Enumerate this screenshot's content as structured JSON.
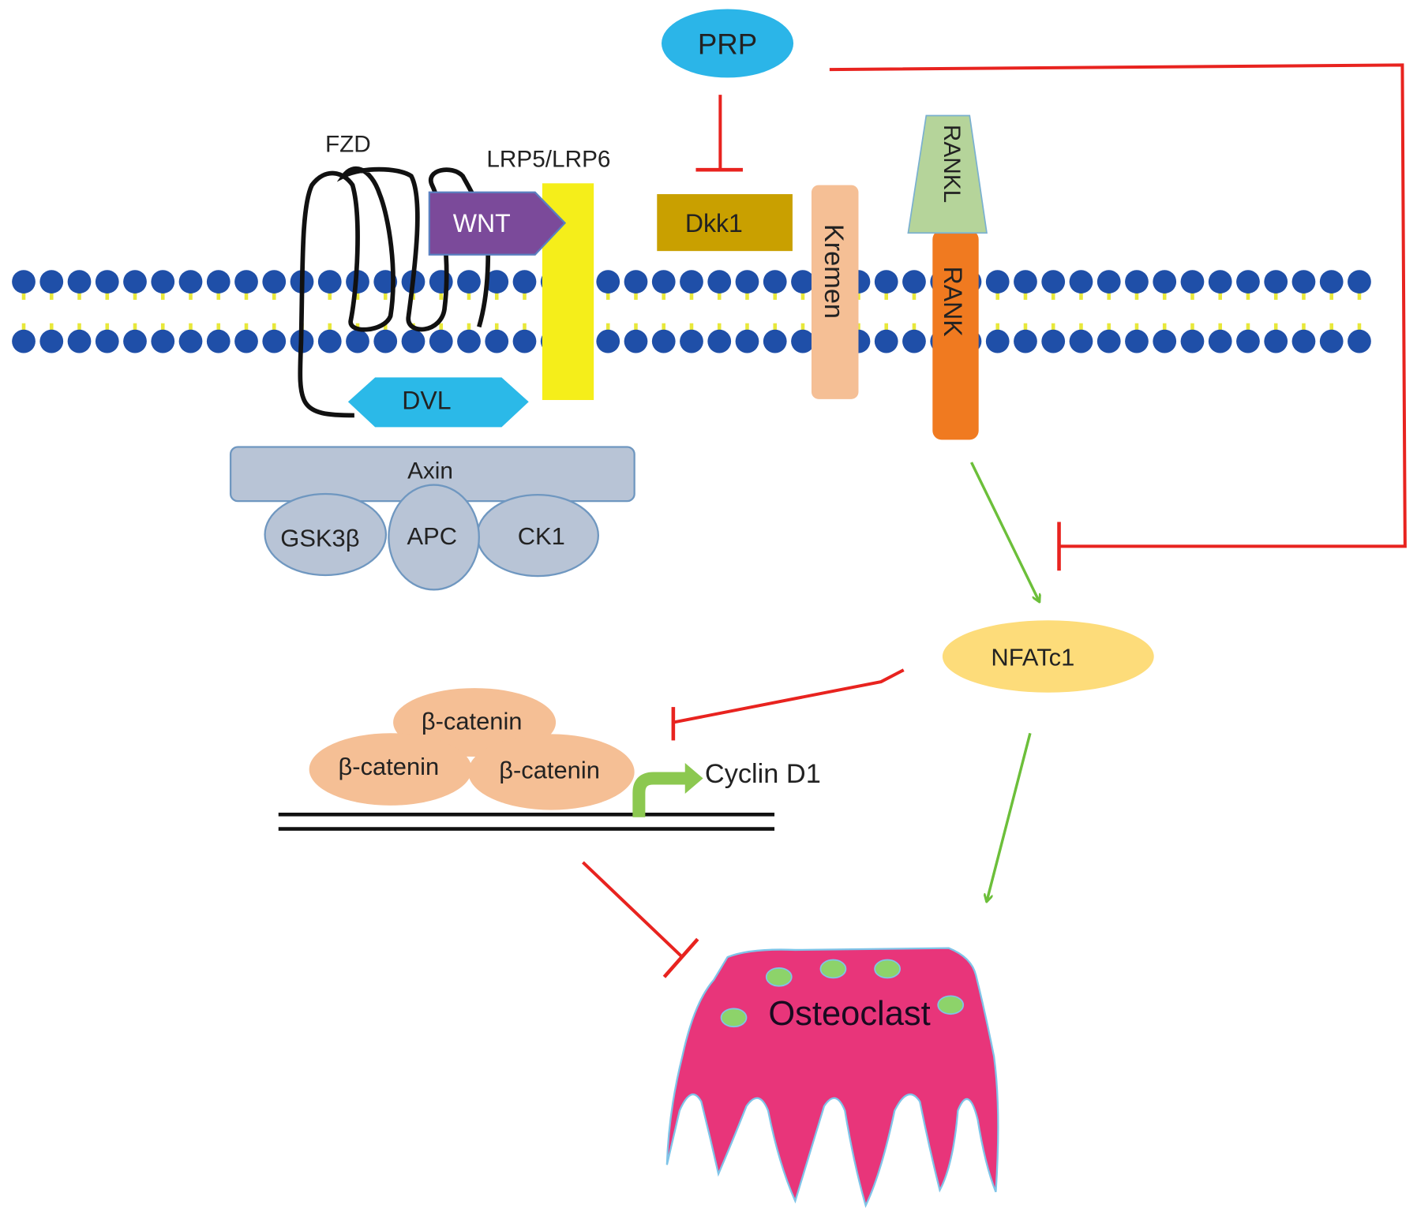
{
  "labels": {
    "prp": "PRP",
    "fzd": "FZD",
    "lrp": "LRP5/LRP6",
    "wnt": "WNT",
    "dkk1": "Dkk1",
    "kremen": "Kremen",
    "rankl": "RANKL",
    "rank": "RANK",
    "dvl": "DVL",
    "axin": "Axin",
    "gsk3b": "GSK3β",
    "apc": "APC",
    "ck1": "CK1",
    "nfatc1": "NFATc1",
    "bcatenin_top": "β-catenin",
    "bcatenin_left": "β-catenin",
    "bcatenin_right": "β-catenin",
    "cyclin_d1": "Cyclin D1",
    "osteoclast": "Osteoclast"
  },
  "colors": {
    "prp": "#2bb5e8",
    "wnt": "#7b4a9a",
    "lrp": "#f5ee1a",
    "dkk1": "#c9a000",
    "kremen": "#f5bf95",
    "rankl": "#b5d49a",
    "rank": "#f07a20",
    "dvl": "#2bb9e8",
    "axin_complex": "#b8c4d6",
    "nfatc1": "#fddc7a",
    "bcatenin": "#f5bf95",
    "osteoclast": "#e8357a",
    "nucleus_dots": "#8dd36a",
    "activation": "#6cbf3a",
    "inhibition": "#e8231f",
    "membrane_head": "#1f4fa8",
    "membrane_tail": "#e8e83a"
  }
}
